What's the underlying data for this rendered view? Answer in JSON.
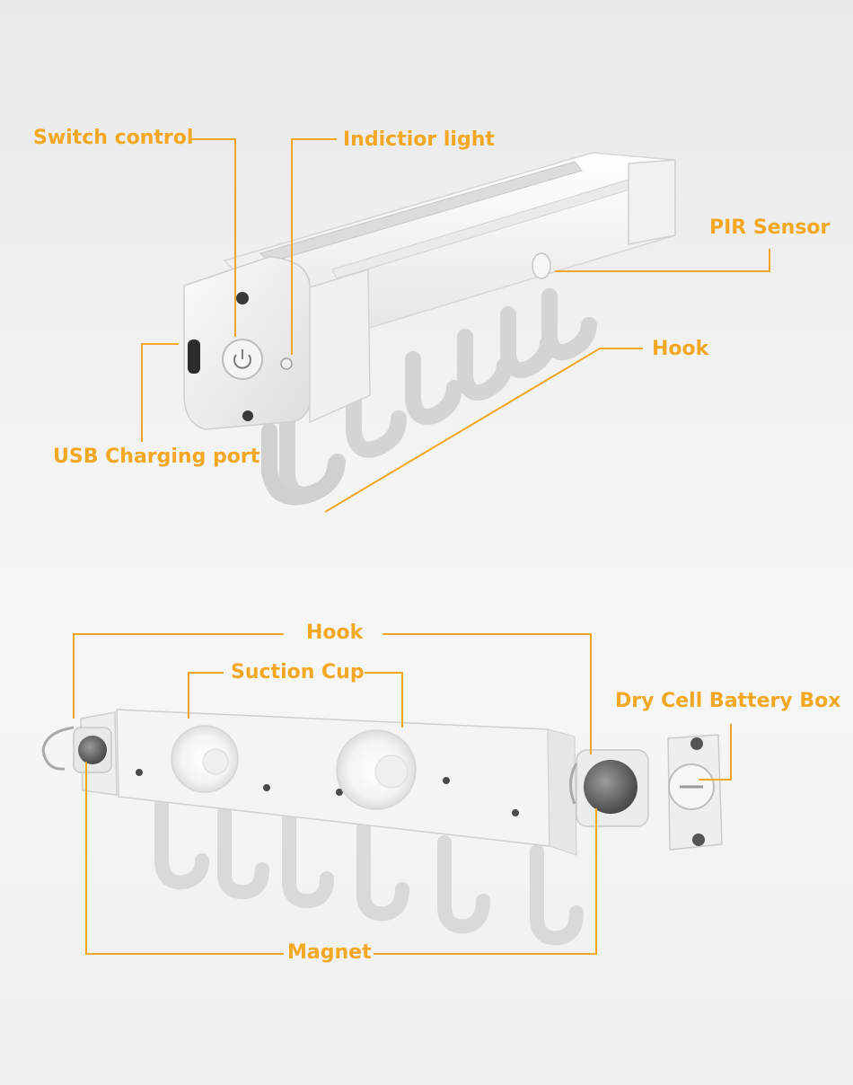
{
  "accent_color": "#f3a823",
  "top_view": {
    "labels": {
      "switch_control": "Switch control",
      "indicator_light": "Indictior light",
      "pir_sensor": "PIR Sensor",
      "hook": "Hook",
      "usb_port": "USB Charging port"
    }
  },
  "bottom_view": {
    "labels": {
      "hook": "Hook",
      "suction_cup": "Suction Cup",
      "battery_box": "Dry Cell Battery Box",
      "magnet": "Magnet"
    }
  }
}
